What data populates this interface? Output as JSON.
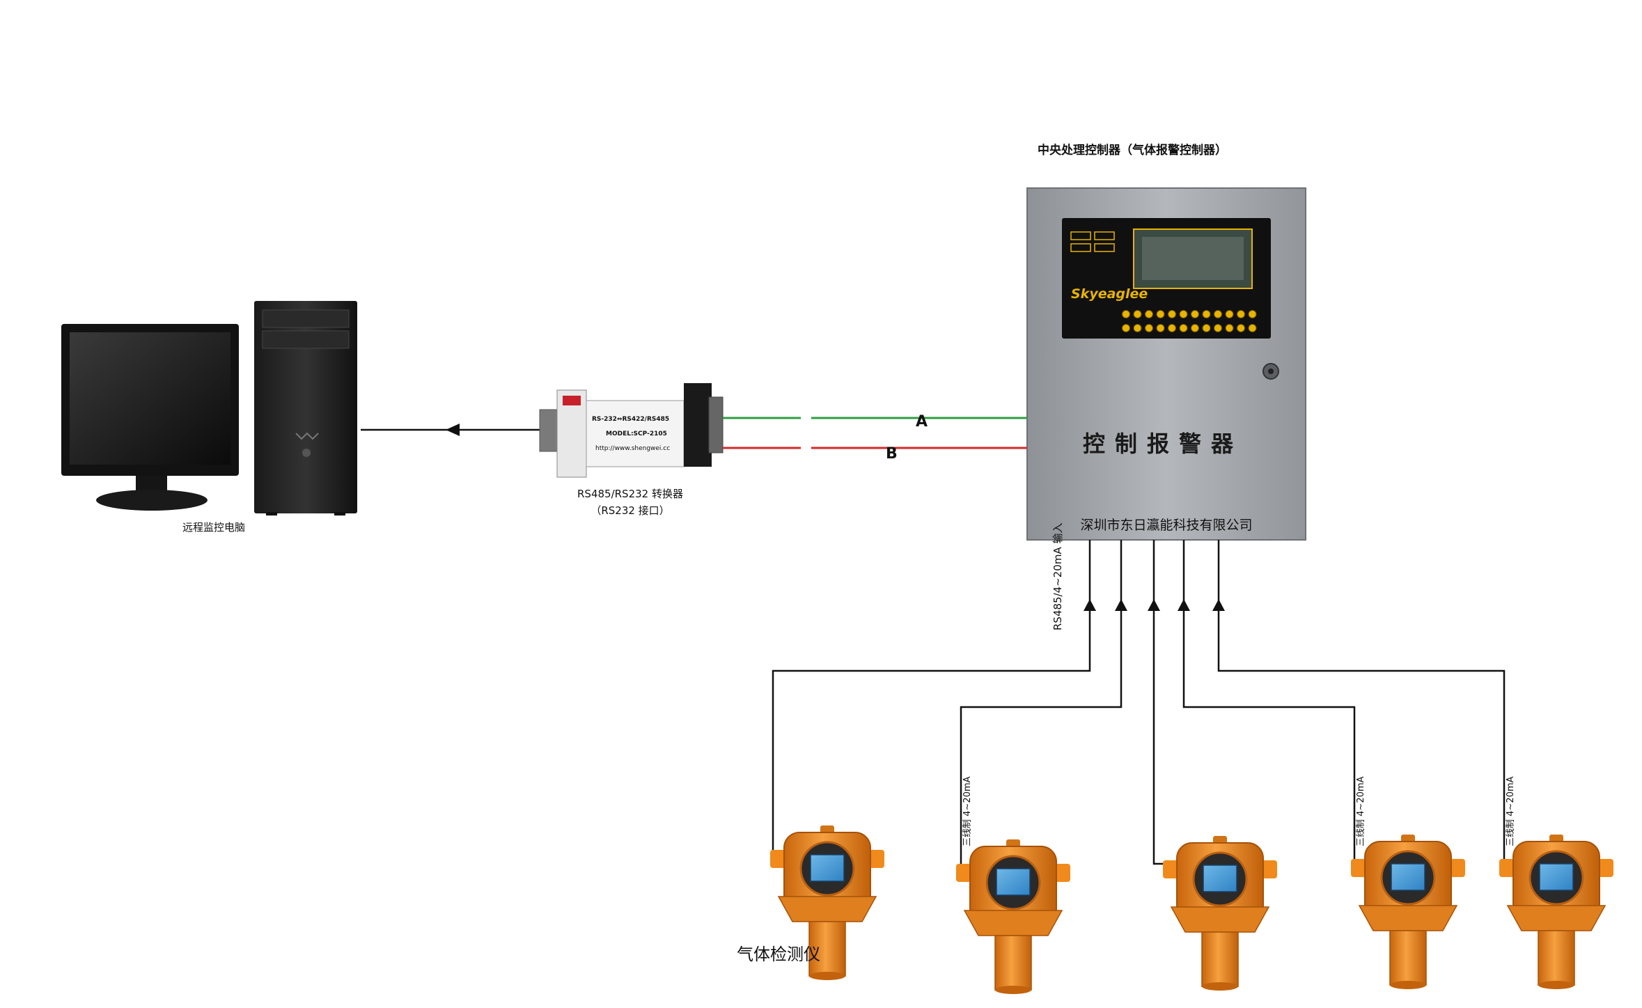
{
  "controller": {
    "caption": "中央处理控制器（气体报警控制器）",
    "panel_title": "控制报警器",
    "brand": "Skyeaglee",
    "company": "深圳市东日瀛能科技有限公司",
    "input_label": "RS485/4~20mA 输入"
  },
  "computer": {
    "caption": "远程监控电脑"
  },
  "converter": {
    "caption_line1": "RS485/RS232 转换器",
    "caption_line2": "（RS232 接口）",
    "label_line1": "RS-232⇔RS422/RS485",
    "label_line2": "MODEL:SCP-2105",
    "label_line3": "http://www.shengwei.cc"
  },
  "bus": {
    "line_a_label": "A",
    "line_b_label": "B",
    "line_a_color": "#2e9e3e",
    "line_b_color": "#d42a2a"
  },
  "detectors": {
    "caption": "气体检测仪",
    "signal_label": "三线制 4~20mA",
    "body_color": "#f08a1c",
    "count": 5
  }
}
